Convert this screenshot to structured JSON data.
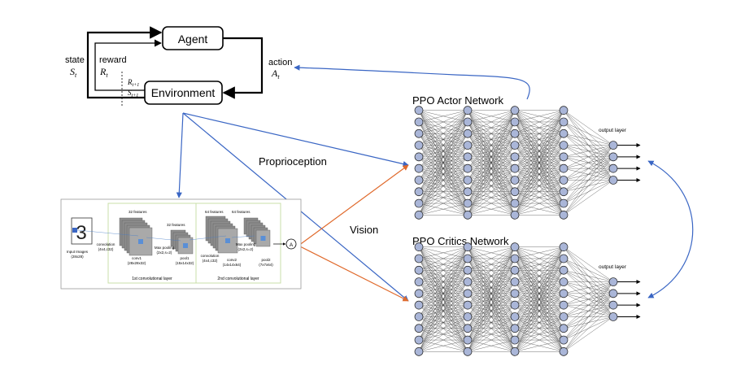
{
  "rl_loop": {
    "agent": "Agent",
    "environment": "Environment",
    "state_label": "state",
    "state_symbol": "S",
    "state_sub": "t",
    "reward_label": "reward",
    "reward_symbol": "R",
    "reward_sub": "t",
    "action_label": "action",
    "action_symbol": "A",
    "action_sub": "t",
    "next_reward_symbol": "R",
    "next_reward_sub": "t+1",
    "next_state_symbol": "S",
    "next_state_sub": "t+1"
  },
  "streams": {
    "proprioception": "Proprioception",
    "vision": "Vision"
  },
  "cnn": {
    "input_label_1": "Input Images",
    "input_label_2": "(28x28)",
    "input_digit": "3",
    "conv1_op_1": "convolution",
    "conv1_op_2": "(4x4,c32)",
    "conv1_features": "32 features",
    "conv1_name_1": "conv1",
    "conv1_name_2": "(28x28x32)",
    "pool1_op_1": "Max pooling",
    "pool1_op_2": "(2x2,s=2)",
    "pool1_features": "32 features",
    "pool1_name_1": "pool1",
    "pool1_name_2": "(15x14x32)",
    "layer1_caption": "1st convolutional layer",
    "conv2_op_1": "convolution",
    "conv2_op_2": "(4x4,c32)",
    "conv2_features": "64 features",
    "conv2_name_1": "conv2",
    "conv2_name_2": "(14x14x64)",
    "pool2_op_1": "Max pooling",
    "pool2_op_2": "(2x2,s=2)",
    "pool2_features": "64 features",
    "pool2_name_1": "pool2",
    "pool2_name_2": "(7x7x64)",
    "layer2_caption": "2nd convolutional layer",
    "output_node": "A"
  },
  "actor": {
    "title": "PPO Actor Network",
    "output_label": "output layer"
  },
  "critic": {
    "title": "PPO Critics Network",
    "output_label": "output layer"
  },
  "colors": {
    "blue_arrow": "#3a66c4",
    "orange_arrow": "#e06a2c",
    "node_fill": "#aab6d8",
    "cnn_green": "#c9dfa8"
  }
}
